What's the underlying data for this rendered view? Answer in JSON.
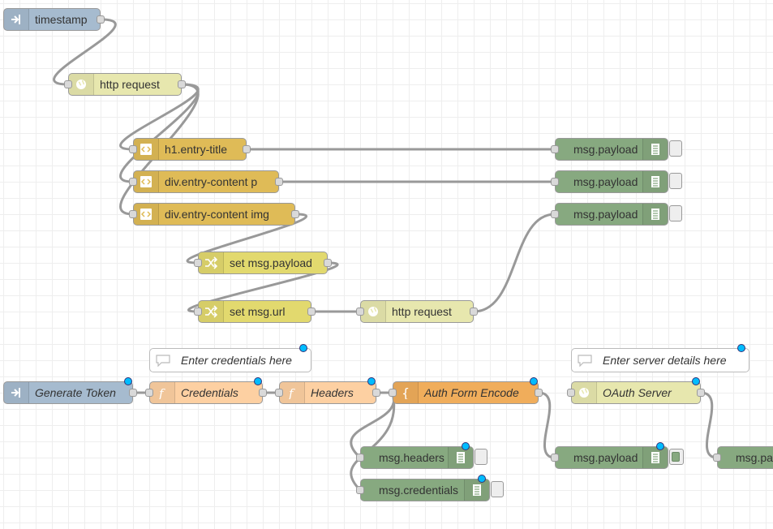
{
  "nodes": {
    "timestamp": "timestamp",
    "http_request_1": "http request",
    "h1_entry_title": "h1.entry-title",
    "div_entry_content_p": "div.entry-content p",
    "div_entry_content_img": "div.entry-content img",
    "set_payload": "set msg.payload",
    "set_url": "set msg.url",
    "http_request_2": "http request",
    "debug_1": "msg.payload",
    "debug_2": "msg.payload",
    "debug_3": "msg.payload",
    "generate_token": "Generate Token",
    "credentials": "Credentials",
    "headers": "Headers",
    "auth_form_encode": "Auth Form Encode",
    "oauth_server": "OAuth Server",
    "debug_headers": "msg.headers",
    "debug_credentials": "msg.credentials",
    "debug_4": "msg.payload",
    "debug_5": "msg.pa"
  },
  "comments": {
    "credentials_comment": "Enter credentials here",
    "server_comment": "Enter server details here"
  },
  "colors": {
    "inject": "#a6bbcf",
    "http": "#e7e7ae",
    "html": "#dfbb57",
    "change": "#e2d96e",
    "debug": "#87a980",
    "function": "#fdd0a2",
    "template": "#f0ad5b",
    "changed_dot": "#00bcff",
    "grid": "#eeeeee",
    "wire": "#999999"
  },
  "icons": {
    "inject": "arrow-in-icon",
    "http": "globe-icon",
    "html": "code-icon",
    "change": "shuffle-icon",
    "debug": "list-icon",
    "function": "function-icon",
    "template": "brace-icon",
    "comment": "speech-bubble-icon"
  }
}
